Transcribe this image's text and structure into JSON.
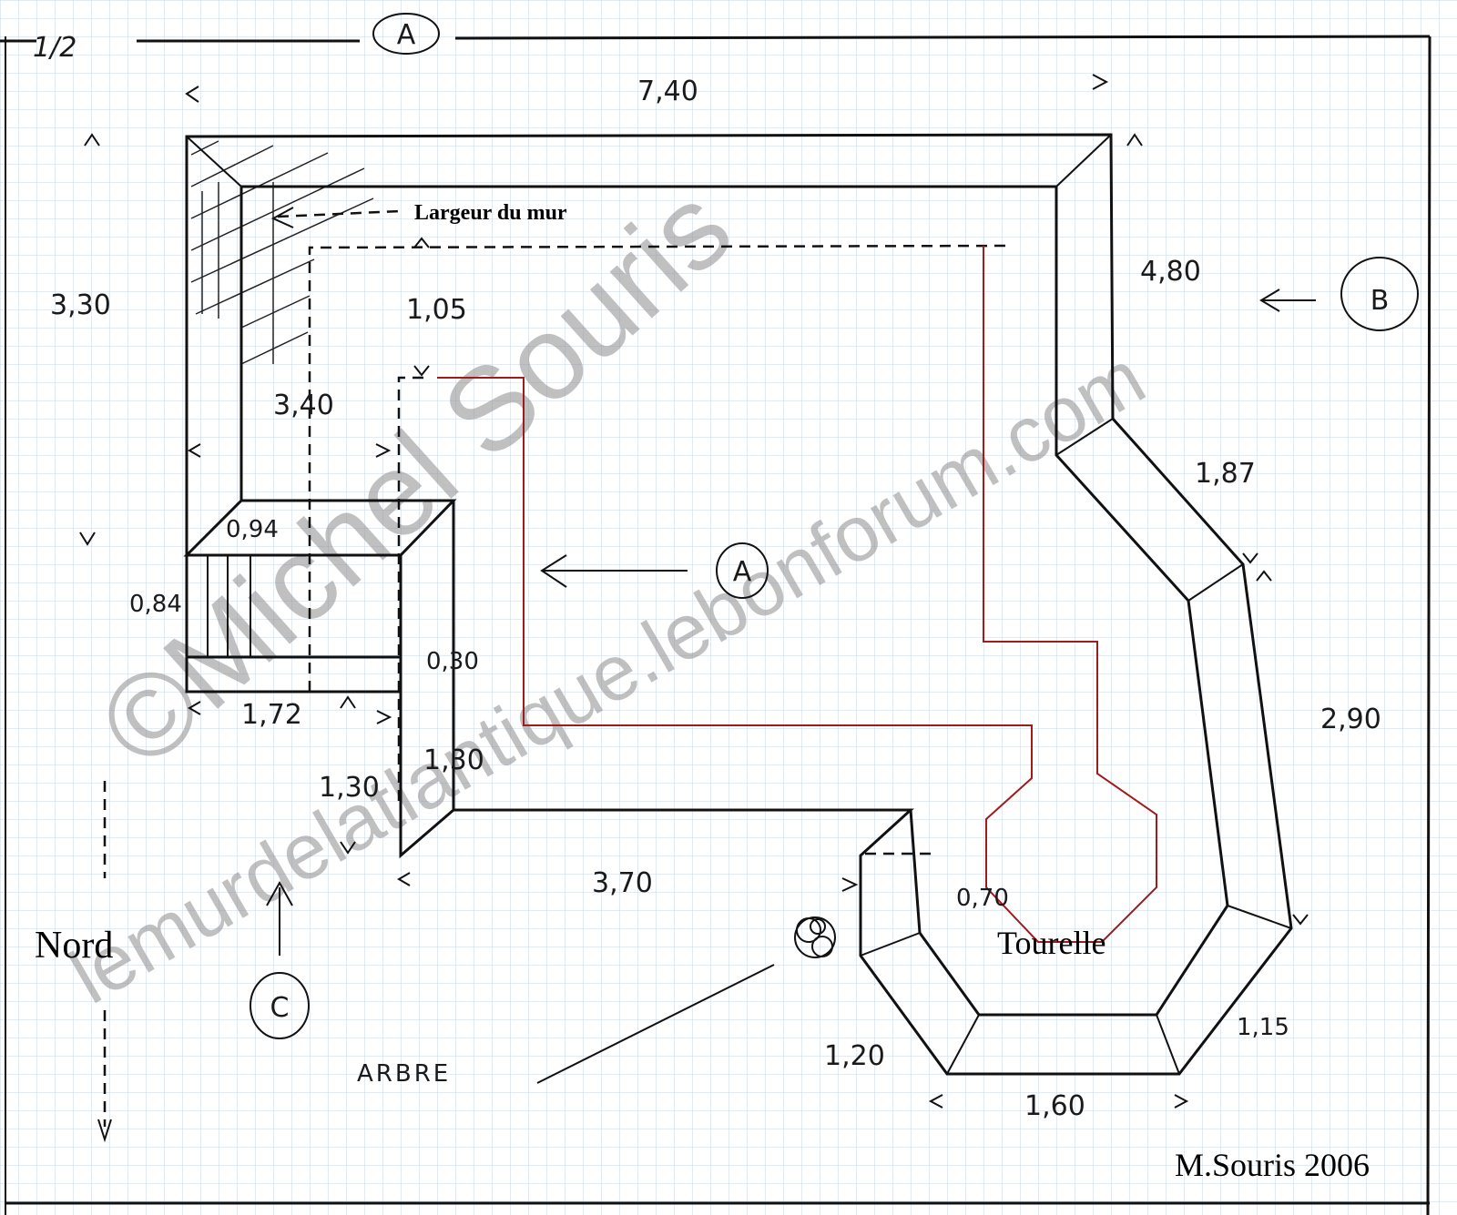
{
  "sheet_label": "1/2",
  "markers": {
    "a": "A",
    "b": "B",
    "c": "C"
  },
  "labels": {
    "wall_width": "Largeur du mur",
    "north": "Nord",
    "turret": "Tourelle",
    "tree": "ARBRE",
    "signature": "M.Souris 2006"
  },
  "dimensions": {
    "top": "7,40",
    "left": "3,30",
    "right_upper": "4,80",
    "inner_height": "3,40",
    "inner_depth": "1,05",
    "diag_right": "1,87",
    "right_lower": "2,90",
    "stair_width": "0,94",
    "stair_depth": "0,84",
    "stair_step": "0,30",
    "bottom_left": "1,72",
    "recess_outer": "1,30",
    "recess_inner": "1,30",
    "bottom": "3,70",
    "notch": "0,70",
    "oct_left": "1,20",
    "oct_bottom": "1,60",
    "oct_right": "1,15"
  },
  "watermarks": {
    "main": "©Michel Souris",
    "site": "lemurdelatlantique.lebonforum.com"
  },
  "colors": {
    "plan_ink": "#111111",
    "red_line": "#a01c1c",
    "grid": "#c9d6e3"
  }
}
